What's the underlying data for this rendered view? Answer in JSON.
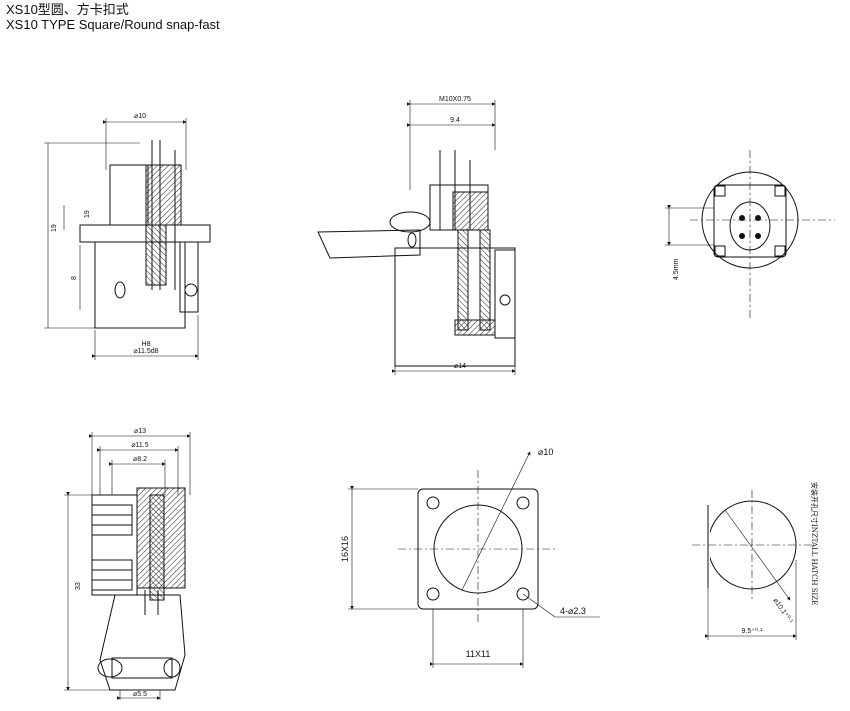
{
  "title": {
    "cn": "XS10型圆、方卡扣式",
    "en": "XS10 TYPE Square/Round snap-fast"
  },
  "views": {
    "side_view": {
      "dia_top": "⌀10",
      "height_total": "19",
      "height_upper": "19",
      "height_lower": "8",
      "fit": "H8",
      "dia_bottom": "⌀11.5d8"
    },
    "section_view": {
      "thread": "M10X0.75",
      "width_inner": "9.4",
      "dia_bottom": "⌀14"
    },
    "end_view": {
      "offset": "4.5mm"
    },
    "plug_view": {
      "dia_outer": "⌀13",
      "dia_mid": "⌀11.5",
      "dia_inner": "⌀8.2",
      "length": "33",
      "dia_cable": "⌀5.5"
    },
    "flange_view": {
      "dia_hole": "⌀10",
      "outer_size": "16X16",
      "mount_holes": "4-⌀2.3",
      "hole_spacing": "11X11"
    },
    "cutout_view": {
      "note": "安装开孔尺寸INZTALL HATCH SIZE",
      "dia": "⌀10.1⁺⁰·¹",
      "width": "9.5⁺⁰·¹"
    }
  }
}
